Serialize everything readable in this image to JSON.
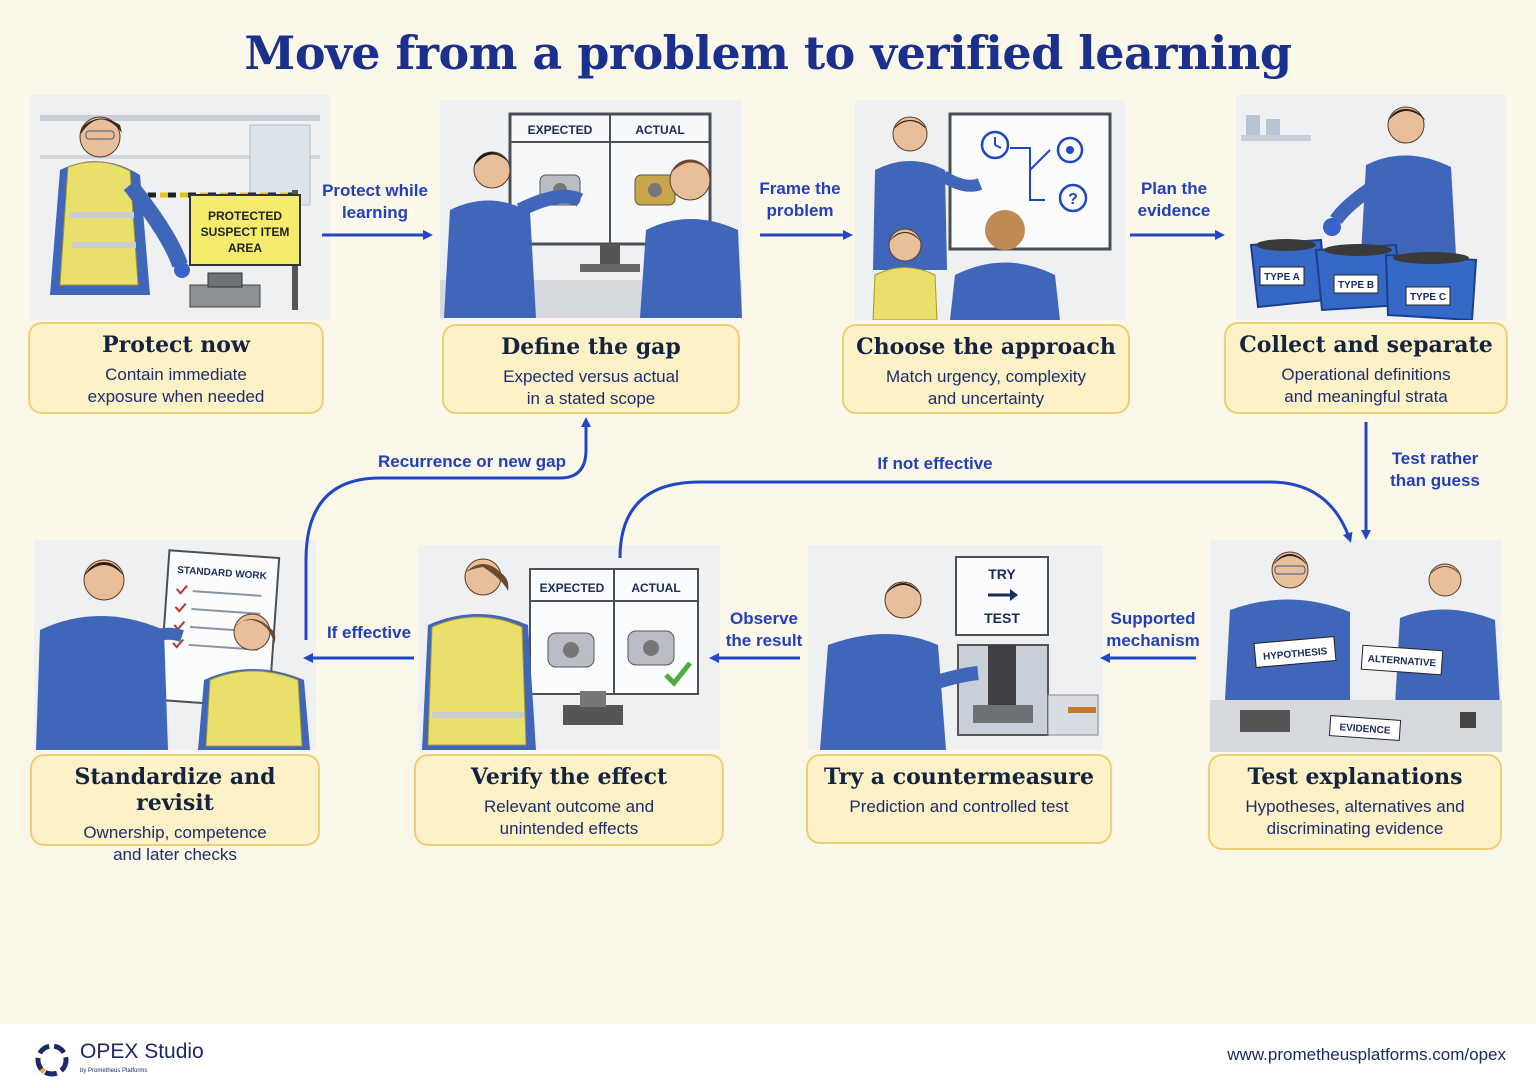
{
  "title": "Move from a problem to verified learning",
  "steps": [
    {
      "title": "Protect now",
      "desc1": "Contain immediate",
      "desc2": "exposure when needed",
      "sign1": "PROTECTED",
      "sign2": "SUSPECT ITEM",
      "sign3": "AREA"
    },
    {
      "title": "Define the gap",
      "desc1": "Expected versus actual",
      "desc2": "in a stated scope",
      "panel_left": "EXPECTED",
      "panel_right": "ACTUAL"
    },
    {
      "title": "Choose the approach",
      "desc1": "Match urgency, complexity",
      "desc2": "and uncertainty"
    },
    {
      "title": "Collect and separate",
      "desc1": "Operational definitions",
      "desc2": "and meaningful strata",
      "bin_a": "TYPE A",
      "bin_b": "TYPE B",
      "bin_c": "TYPE C"
    },
    {
      "title": "Test explanations",
      "desc1": "Hypotheses, alternatives and",
      "desc2": "discriminating evidence",
      "card_a": "HYPOTHESIS",
      "card_b": "ALTERNATIVE",
      "card_c": "EVIDENCE"
    },
    {
      "title": "Try a countermeasure",
      "desc1": "Prediction and controlled test",
      "desc2": "",
      "board_top": "TRY",
      "board_bottom": "TEST"
    },
    {
      "title": "Verify the effect",
      "desc1": "Relevant outcome and",
      "desc2": "unintended effects",
      "panel_left": "EXPECTED",
      "panel_right": "ACTUAL"
    },
    {
      "title": "Standardize and revisit",
      "desc1": "Ownership, competence",
      "desc2": "and later checks",
      "sheet": "STANDARD WORK"
    }
  ],
  "flow_labels": {
    "protect_while_learning": [
      "Protect while",
      "learning"
    ],
    "frame_the_problem": [
      "Frame the",
      "problem"
    ],
    "plan_the_evidence": [
      "Plan the",
      "evidence"
    ],
    "test_rather_than_guess": [
      "Test rather",
      "than guess"
    ],
    "supported_mechanism": [
      "Supported",
      "mechanism"
    ],
    "observe_the_result": [
      "Observe",
      "the result"
    ],
    "if_effective": "If effective",
    "if_not_effective": "If not effective",
    "recurrence_or_new_gap": "Recurrence or new gap"
  },
  "footer": {
    "brand": "OPEX Studio",
    "brand_sub": "by Prometheus Platforms",
    "url": "www.prometheusplatforms.com/opex"
  },
  "colors": {
    "title": "#1b2f8c",
    "arrow": "#2147c4",
    "card_fill": "#fdf1c8",
    "card_border": "#efcf76",
    "uniform": "#3f66b8",
    "vest": "#e8e06a"
  }
}
